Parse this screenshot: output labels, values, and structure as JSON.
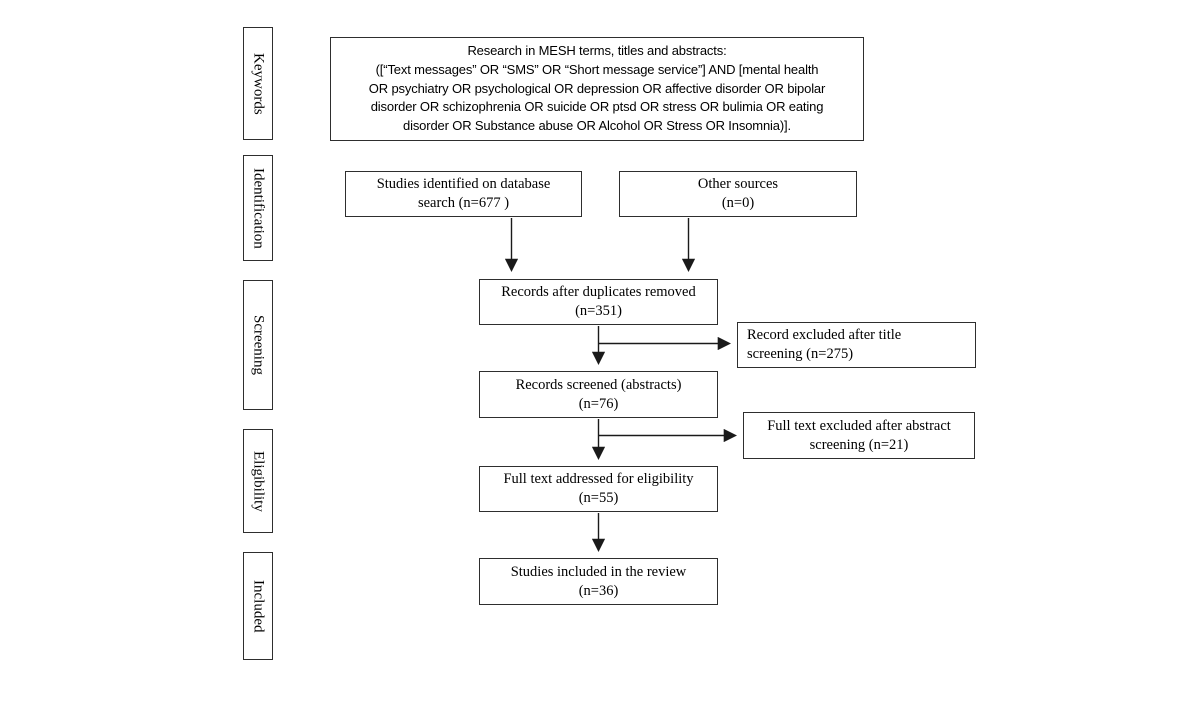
{
  "diagram": {
    "type": "prisma-flowchart",
    "colors": {
      "background": "#ffffff",
      "border": "#2e2e2e",
      "arrow": "#1a1a1a",
      "text": "#000000"
    },
    "sidebar": {
      "stages": [
        {
          "label": "Keywords"
        },
        {
          "label": "Identification"
        },
        {
          "label": "Screening"
        },
        {
          "label": "Eligibility"
        },
        {
          "label": "Included"
        }
      ]
    },
    "keywords_box": {
      "text": "Research in MESH terms, titles and abstracts:\n([“Text messages” OR “SMS” OR “Short message service”] AND [mental health\nOR psychiatry OR psychological OR depression OR affective disorder OR bipolar\ndisorder OR schizophrenia OR suicide OR ptsd OR stress OR bulimia OR eating\ndisorder OR Substance abuse OR Alcohol OR Stress OR Insomnia)]."
    },
    "nodes": {
      "identified": {
        "text": "Studies identified on database\nsearch (n=677 )",
        "n": 677
      },
      "other_sources": {
        "text": "Other sources\n(n=0)",
        "n": 0
      },
      "duplicates_removed": {
        "text": "Records after duplicates removed\n(n=351)",
        "n": 351
      },
      "title_excluded": {
        "text": "Record excluded after title\nscreening (n=275)",
        "n": 275
      },
      "screened": {
        "text": "Records screened (abstracts)\n(n=76)",
        "n": 76
      },
      "abstract_excluded": {
        "text": "Full text excluded after abstract\nscreening (n=21)",
        "n": 21
      },
      "full_text_eligibility": {
        "text": "Full text addressed for eligibility\n(n=55)",
        "n": 55
      },
      "studies_included": {
        "text": "Studies included in the review\n(n=36)",
        "n": 36
      }
    }
  }
}
